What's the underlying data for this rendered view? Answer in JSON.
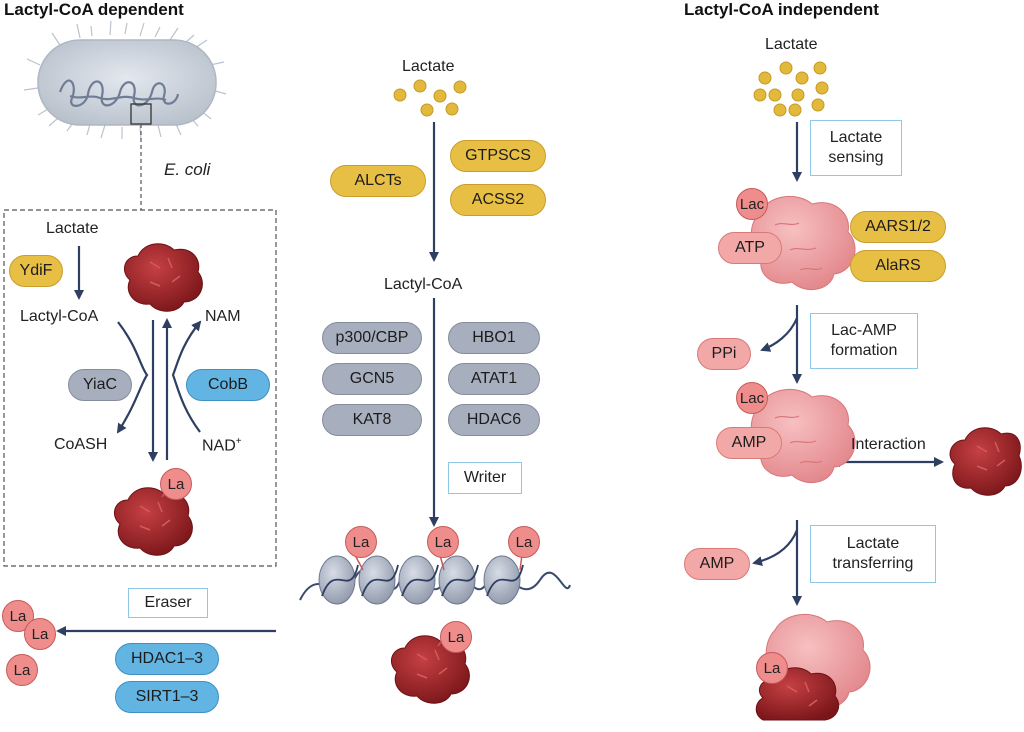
{
  "headers": {
    "left": "Lactyl-CoA dependent",
    "right": "Lactyl-CoA independent"
  },
  "left_panel": {
    "organism": "E. coli",
    "lactate": "Lactate",
    "enzyme_ydif": "YdiF",
    "lactyl_coa": "Lactyl-CoA",
    "nam": "NAM",
    "yiac": "YiaC",
    "cobb": "CobB",
    "coash": "CoASH",
    "nad": "NAD",
    "nad_sup": "+",
    "la": "La",
    "eraser": "Eraser",
    "hdac": "HDAC1–3",
    "sirt": "SIRT1–3"
  },
  "middle_panel": {
    "lactate": "Lactate",
    "alcts": "ALCTs",
    "gtpscs": "GTPSCS",
    "acss2": "ACSS2",
    "lactyl_coa": "Lactyl-CoA",
    "writers": [
      "p300/CBP",
      "HBO1",
      "GCN5",
      "ATAT1",
      "KAT8",
      "HDAC6"
    ],
    "writer": "Writer",
    "la": "La"
  },
  "right_panel": {
    "lactate": "Lactate",
    "lactate_sensing": [
      "Lactate",
      "sensing"
    ],
    "lac": "Lac",
    "atp": "ATP",
    "aars": "AARS1/2",
    "alars": "AlaRS",
    "ppi": "PPi",
    "lac_amp": [
      "Lac-AMP",
      "formation"
    ],
    "amp": "AMP",
    "interaction": "Interaction",
    "amp2": "AMP",
    "transferring": [
      "Lactate",
      "transferring"
    ],
    "la": "La"
  },
  "colors": {
    "arrow": "#2e3f62",
    "gold": "#e8bf45",
    "gray": "#a7aebd",
    "blue": "#62b4e3",
    "pink": "#f2a8a6",
    "protein": "#a8282b",
    "enzyme": "#f0a0a3",
    "box_border": "#8ec8e6"
  }
}
